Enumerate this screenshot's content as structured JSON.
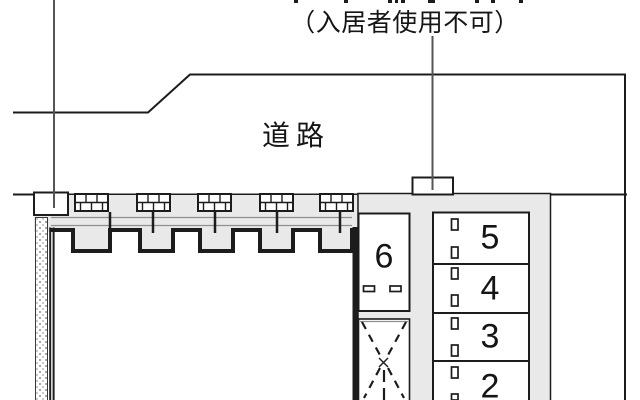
{
  "drawing": {
    "caption_no_use": "（入居者使用不可）",
    "road_label": "道路",
    "parking_spaces": [
      {
        "id": "6",
        "label": "6"
      },
      {
        "id": "5",
        "label": "5"
      },
      {
        "id": "4",
        "label": "4"
      },
      {
        "id": "3",
        "label": "3"
      },
      {
        "id": "2",
        "label": "2"
      }
    ],
    "symbols": {
      "brick_planter": "brick-hatch-rectangles-along-north-wall",
      "boundary_wall_west": "stippled-dot-hatch-strip",
      "no_parking_area": "dashed-x-cross-rectangle",
      "parking_center_line": "dashed-small-rectangles",
      "wheel_stop": "pair-of-small-outlined-rectangles",
      "equipment_box_left": "small-outlined-rectangle-with-leader",
      "equipment_box_top": "small-outlined-rectangle-with-leader"
    },
    "colors": {
      "line": "#1c1c1c",
      "fill_gray": "#e9e9e9",
      "leader_gray": "#555555"
    }
  }
}
